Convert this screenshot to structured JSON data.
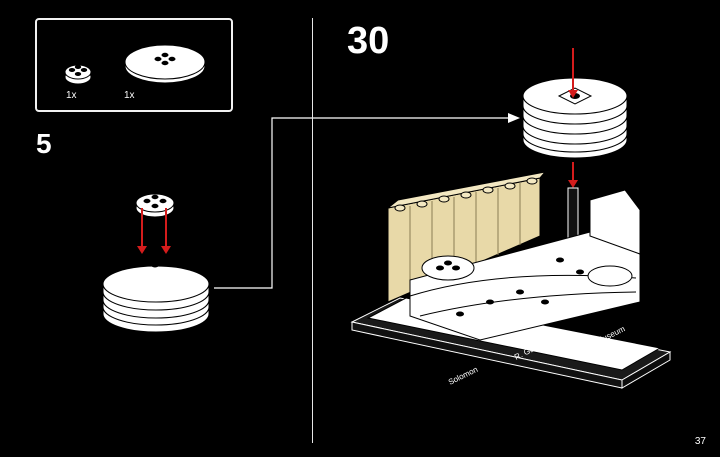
{
  "parts_list": [
    {
      "qty": "1x",
      "icon": "round-plate-2x2-with-stud-icon"
    },
    {
      "qty": "1x",
      "icon": "round-plate-4x4-icon"
    }
  ],
  "sub_step_number": "5",
  "main_step_number": "30",
  "base_plaque": {
    "line1": "Solomon",
    "line2": "R. Guggenheim",
    "line3": "Museum"
  },
  "page_number": "37",
  "colors": {
    "background": "#000000",
    "brick_white": "#ffffff",
    "brick_tan": "#e8d9a8",
    "arrow_red": "#d41c1c",
    "base_black": "#111111"
  }
}
